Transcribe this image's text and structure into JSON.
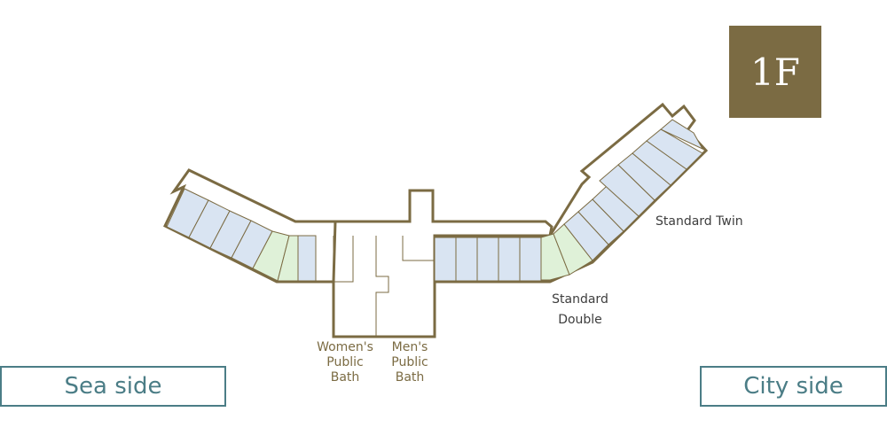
{
  "floor": {
    "label": "1F"
  },
  "labels": {
    "standard_twin": "Standard Twin",
    "standard_double": "Standard\nDouble",
    "womens_bath": "Women's\nPublic\nBath",
    "mens_bath": "Men's\nPublic\nBath"
  },
  "sides": {
    "sea": "Sea side",
    "city": "City side"
  },
  "colors": {
    "twin_room": "#d9e4f2",
    "double_room": "#dff1d8",
    "outline": "#7b6b43",
    "accent": "#4b7d86"
  }
}
